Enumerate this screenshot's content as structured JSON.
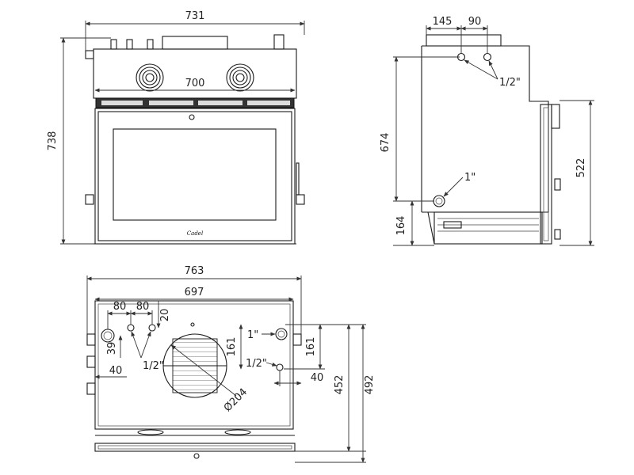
{
  "front_view": {
    "width_outer": "731",
    "width_inner": "700",
    "height": "738",
    "logo": "Cadel"
  },
  "side_view": {
    "offset_left": "145",
    "offset_right": "90",
    "pipe_half_inch": "1/2\"",
    "pipe_one_inch": "1\"",
    "height_total": "674",
    "height_door": "522",
    "height_bottom": "164"
  },
  "bottom_view": {
    "width_total": "763",
    "width_inner": "697",
    "spacing_a": "80",
    "spacing_b": "80",
    "offset_top": "20",
    "offset_left_v": "39",
    "offset_left_h": "40",
    "pipe_half_inch_left": "1/2\"",
    "pipe_one_inch": "1\"",
    "pipe_half_inch_right": "1/2\"",
    "height_left": "161",
    "height_right": "161",
    "offset_right_h": "40",
    "diameter": "Ø204",
    "depth_inner": "452",
    "depth_outer": "492"
  },
  "colors": {
    "line": "#1a1a1a",
    "background": "#ffffff"
  }
}
